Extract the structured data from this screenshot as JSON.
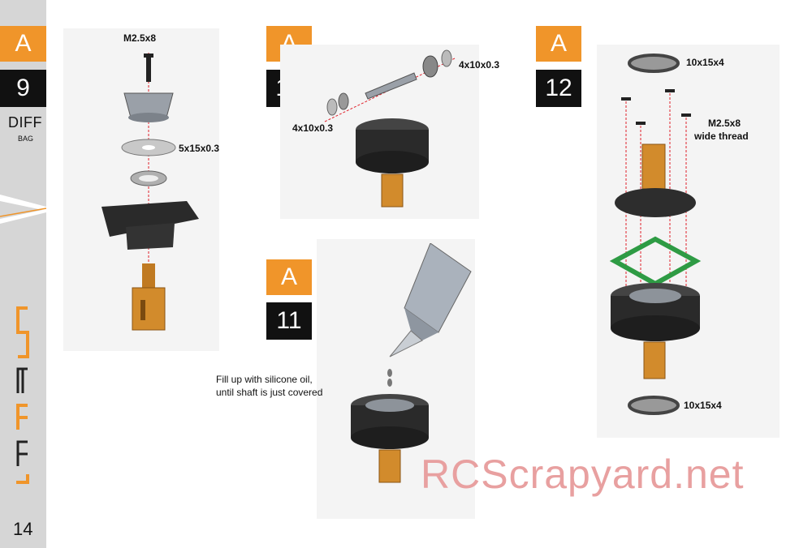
{
  "sidebar": {
    "step_letter": "A",
    "step_number": "9",
    "section_title": "DIFF",
    "section_subtitle": "BAG",
    "page_number": "14"
  },
  "step10": {
    "letter": "A",
    "number": "10"
  },
  "step11": {
    "letter": "A",
    "number": "11"
  },
  "step12": {
    "letter": "A",
    "number": "12"
  },
  "labels": {
    "screw9": "M2.5x8",
    "washer9": "5x15x0.3",
    "washer10_right": "4x10x0.3",
    "washer10_left": "4x10x0.3",
    "bearing12_top": "10x15x4",
    "screw12_line1": "M2.5x8",
    "screw12_line2": "wide thread",
    "bearing12_bottom": "10x15x4"
  },
  "note11": {
    "line1": "Fill up with silicone oil,",
    "line2": "until shaft is just covered"
  },
  "watermark": "RCScrapyard.net",
  "colors": {
    "accent": "#f0952a",
    "dark": "#111111",
    "sidebar": "#d6d6d6"
  }
}
